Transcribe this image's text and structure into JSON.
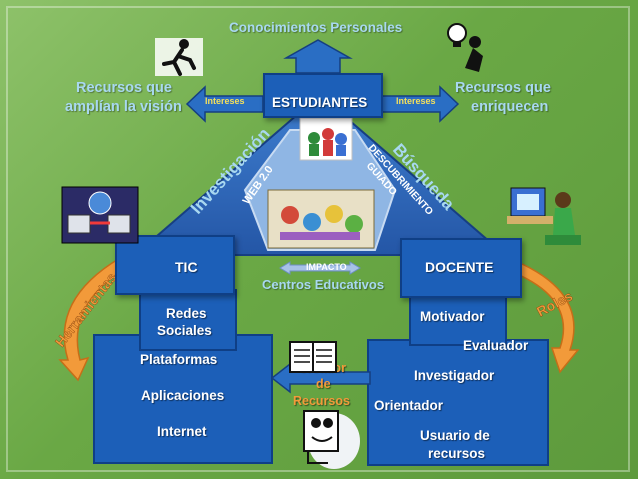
{
  "top_label": "Conocimientos Personales",
  "left_label_line1": "Recursos que",
  "left_label_line2": "amplían la visión",
  "right_label_line1": "Recursos que",
  "right_label_line2": "enriquecen",
  "intereses_left": "Intereses",
  "intereses_right": "Intereses",
  "estudiantes": "ESTUDIANTES",
  "investigacion": "Investigación",
  "web": "WEB 2.0",
  "busqueda": "Búsqueda",
  "descubrimiento_line1": "DESCUBRIMIENTO",
  "descubrimiento_line2": "GUIADO",
  "tic": "TIC",
  "docente": "DOCENTE",
  "impacto": "IMPACTO",
  "centros": "Centros Educativos",
  "herramientas": "Herramientas",
  "roles": "Roles",
  "tic_items": {
    "redes_line1": "Redes",
    "redes_line2": "Sociales",
    "plataformas": "Plataformas",
    "aplicaciones": "Aplicaciones",
    "internet": "Internet"
  },
  "creador": {
    "line1": "Creador",
    "line2": "de",
    "line3": "Recursos"
  },
  "docente_items": {
    "motivador": "Motivador",
    "evaluador": "Evaluador",
    "investigador": "Investigador",
    "orientador": "Orientador",
    "usuario_line1": "Usuario de",
    "usuario_line2": "recursos"
  },
  "colors": {
    "background": "#6aa845",
    "box_blue": "#1c5fb8",
    "light_blue_text": "#a8d8f0",
    "orange_arrow": "#f29a3a",
    "yellow_text": "#f5e05a"
  }
}
